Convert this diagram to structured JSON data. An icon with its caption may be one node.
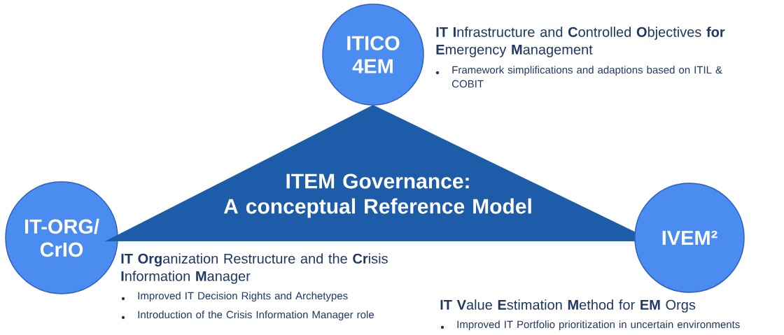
{
  "diagram": {
    "nodes": [
      {
        "text": [
          "ITICO 4EM"
        ],
        "beside": [
          "**IT I**nfrastructure and **C**ontrolled **O**bjectives **for E**mergency **M**anagement",
          "Framework simplifications and adaptions based on ITIL & COBIT"
        ]
      },
      {
        "text": [
          "ITEM Governance: A conceptual Reference Model"
        ]
      },
      {
        "text": [
          "IT-ORG/ CrIO"
        ],
        "beside": [
          "**IT Org**anization Restructure and the **Cr**isis **I**nformation **M**anager",
          "Improved IT Decision Rights and Archetypes",
          "Introduction of the Crisis Information Manager role"
        ]
      },
      {
        "text": [
          "IVEM²"
        ],
        "beside": [
          "**IT V**alue **E**stimation **M**ethod for **EM** Orgs",
          "Improved IT Portfolio prioritization in uncertain environments"
        ]
      }
    ]
  }
}
